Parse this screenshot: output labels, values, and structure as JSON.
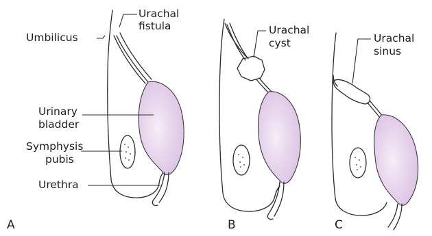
{
  "colors": {
    "bladder_fill": "#dcc4e4",
    "bladder_edge": "#f6eef8",
    "outline": "#2a2a2a"
  },
  "panels": [
    {
      "letter": "A",
      "labels": {
        "umbilicus": "Umbilicus",
        "urachal_fistula": [
          "Urachal",
          "fistula"
        ],
        "urinary_bladder": [
          "Urinary",
          "bladder"
        ],
        "symphysis_pubis": [
          "Symphysis",
          "pubis"
        ],
        "urethra": "Urethra"
      }
    },
    {
      "letter": "B",
      "labels": {
        "urachal_cyst": [
          "Urachal",
          "cyst"
        ]
      }
    },
    {
      "letter": "C",
      "labels": {
        "urachal_sinus": [
          "Urachal",
          "sinus"
        ]
      }
    }
  ]
}
